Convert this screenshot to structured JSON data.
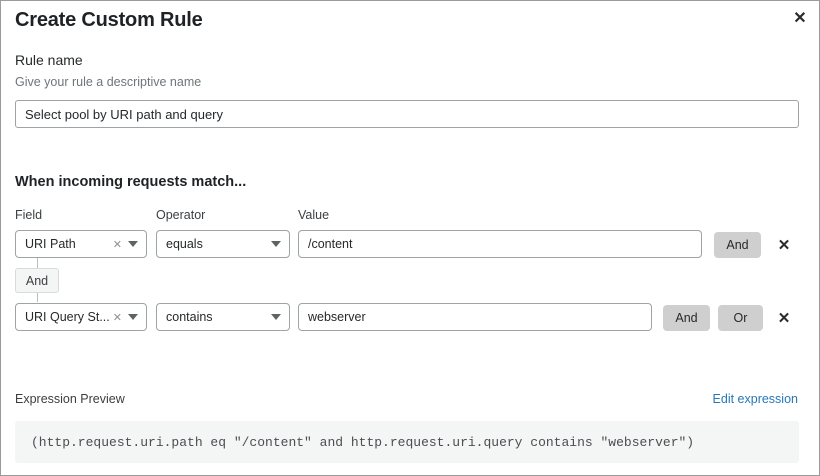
{
  "dialog": {
    "title": "Create Custom Rule",
    "close_icon": "close-icon"
  },
  "rule_name": {
    "label": "Rule name",
    "hint": "Give your rule a descriptive name",
    "value": "Select pool by URI path and query",
    "placeholder": "Select pool by URI path and query"
  },
  "conditions": {
    "heading": "When incoming requests match...",
    "columns": {
      "field": "Field",
      "operator": "Operator",
      "value": "Value"
    },
    "connector_label": "And",
    "rows": [
      {
        "field": "URI Path",
        "operator": "equals",
        "value": "/content",
        "clear_icon": "clear-icon",
        "caret_icon": "chevron-down-icon",
        "and_label": "And",
        "delete_icon": "close-icon"
      },
      {
        "field": "URI Query St...",
        "operator": "contains",
        "value": "webserver",
        "clear_icon": "clear-icon",
        "caret_icon": "chevron-down-icon",
        "and_label": "And",
        "or_label": "Or",
        "delete_icon": "close-icon"
      }
    ]
  },
  "expression": {
    "label": "Expression Preview",
    "edit_link": "Edit expression",
    "text": "(http.request.uri.path eq \"/content\" and http.request.uri.query contains \"webserver\")"
  },
  "colors": {
    "link": "#2878b8",
    "button_grey": "#cfcfcf",
    "panel_grey": "#f4f5f5",
    "border": "#9ea3a6"
  }
}
